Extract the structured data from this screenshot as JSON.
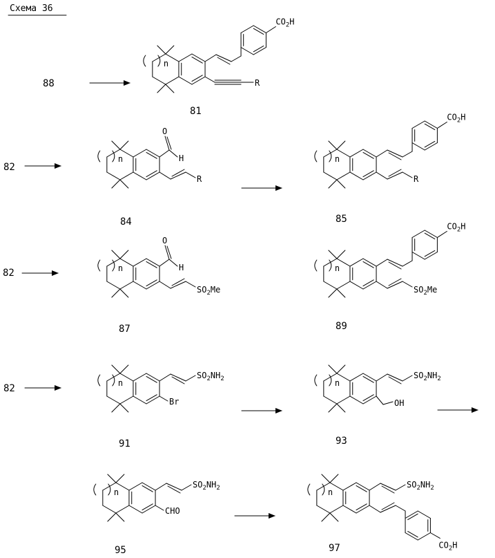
{
  "scheme_title": "Схема 36",
  "n_label": "n",
  "rows": [
    {
      "start": "88",
      "compounds": [
        {
          "id": "81",
          "acid": "CO2H",
          "sub_bottom": "R"
        }
      ]
    },
    {
      "start": "82",
      "compounds": [
        {
          "id": "84",
          "top_atoms": [
            "O",
            "H"
          ],
          "sub_bottom": "R"
        },
        {
          "id": "85",
          "acid": "CO2H",
          "sub_bottom": "R"
        }
      ]
    },
    {
      "start": "82",
      "compounds": [
        {
          "id": "87",
          "top_atoms": [
            "O",
            "H"
          ],
          "sub_bottom": "SO2Me"
        },
        {
          "id": "89",
          "acid": "CO2H",
          "sub_bottom": "SO2Me"
        }
      ]
    },
    {
      "start": "82",
      "compounds": [
        {
          "id": "91",
          "sub_top": "SO2NH2",
          "sub_bottom": "Br"
        },
        {
          "id": "93",
          "sub_top": "SO2NH2",
          "sub_bottom": "OH"
        }
      ]
    },
    {
      "compounds": [
        {
          "id": "95",
          "sub_top": "SO2NH2",
          "sub_bottom": "CHO"
        },
        {
          "id": "97",
          "sub_top": "SO2NH2",
          "acid": "CO2H"
        }
      ]
    }
  ]
}
